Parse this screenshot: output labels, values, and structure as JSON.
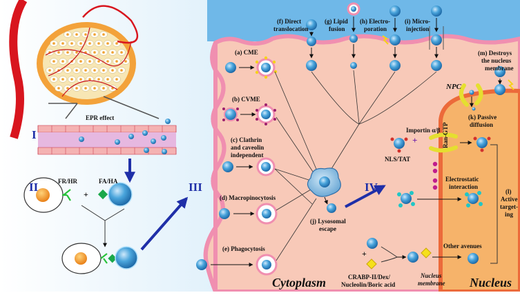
{
  "roman": {
    "i": "I",
    "ii": "II",
    "iii": "III",
    "iv": "IV"
  },
  "labels": {
    "epr": "EPR effect",
    "fr_hr": "FR/HR",
    "fa_ha": "FA/HA",
    "plus1": "+",
    "a": "(a) CME",
    "b": "(b) CVME",
    "c1": "(c) Clathrin",
    "c2": "and caveolin",
    "c3": "independent",
    "d": "(d) Macropinocytosis",
    "e": "(e) Phagocytosis",
    "f1": "(f) Direct",
    "f2": "translocation",
    "g1": "(g) Lipid",
    "g2": "fusion",
    "h1": "(h) Electro-",
    "h2": "poration",
    "i1": "(i) Micro-",
    "i2": "injection",
    "j1": "(j) Lysosomal",
    "j2": "escape",
    "k1": "(k) Passive",
    "k2": "diffusion",
    "m1": "(m) Destroys",
    "m2": "the nucleus",
    "m3": "membrane",
    "npc": "NPC",
    "importin": "Importin α/β",
    "plus2": "+",
    "ran": "Ran-GTP",
    "nls": "NLS/TAT",
    "electro1": "Electrostatic",
    "electro2": "interaction",
    "l1": "(l)",
    "l2": "Active",
    "l3": "target-",
    "l4": "ing",
    "other": "Other avenues",
    "plus3": "+",
    "crabp1": "CRABP-II/Dex/",
    "crabp2": "Nucleolin/Boric acid",
    "nm1": "Nucleus",
    "nm2": "membrane",
    "cytoplasm": "Cytoplasm",
    "nucleus": "Nucleus"
  },
  "colors": {
    "cytoplasm": "#f8c9b8",
    "membrane": "#f08fb0",
    "nucleus": "#f6b36a",
    "nucleus_edge": "#ec6a3a",
    "roman": "#1f2fa8",
    "np_blue": "#2e8fd0",
    "bg_blue": "#6fb8e8"
  }
}
